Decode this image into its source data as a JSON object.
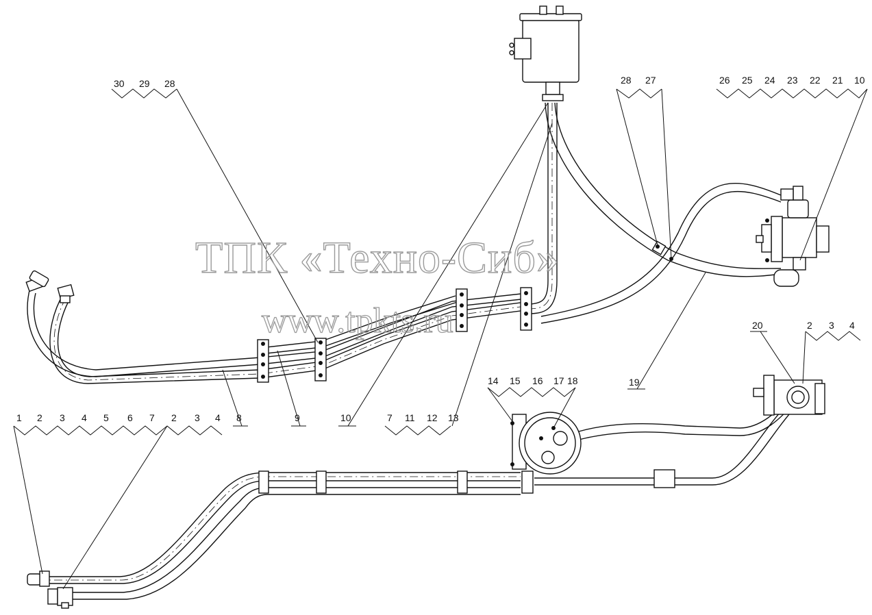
{
  "watermark": {
    "line1": "ТПК «Техно-Сиб»",
    "line2": "www.tpkts.ru"
  },
  "callouts": {
    "g_30_29_28": [
      "30",
      "29",
      "28"
    ],
    "g_28_27": [
      "28",
      "27"
    ],
    "g_26_10": [
      "26",
      "25",
      "24",
      "23",
      "22",
      "21",
      "10"
    ],
    "g_1_7": [
      "1",
      "2",
      "3",
      "4",
      "5",
      "6",
      "7"
    ],
    "g_2_4_left": [
      "2",
      "3",
      "4"
    ],
    "g_7_13": [
      "7",
      "11",
      "12",
      "13"
    ],
    "g_14_18": [
      "14",
      "15",
      "16",
      "17",
      "18"
    ],
    "g_2_4_right": [
      "2",
      "3",
      "4"
    ],
    "single": {
      "p8": "8",
      "p9": "9",
      "p10": "10",
      "p19": "19",
      "p20": "20"
    }
  }
}
